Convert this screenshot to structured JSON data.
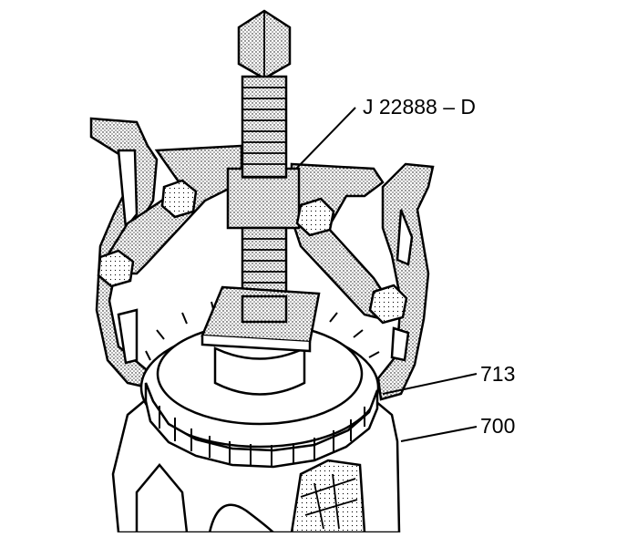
{
  "labels": {
    "tool": "J 22888 – D",
    "ring": "713",
    "housing": "700"
  },
  "colors": {
    "ink": "#000000",
    "paper": "#ffffff",
    "shade": "#cfcfcf"
  }
}
